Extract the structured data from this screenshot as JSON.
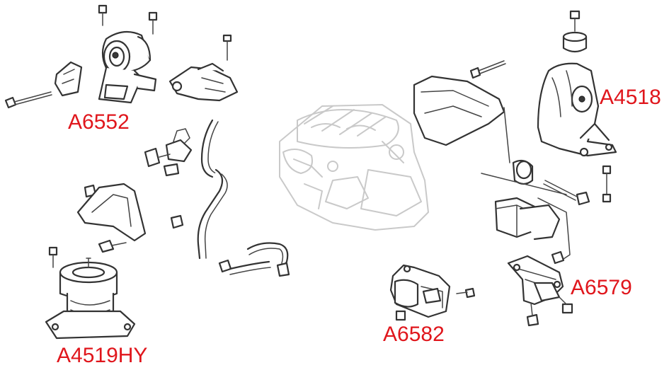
{
  "diagram": {
    "labels": {
      "a6552": "A6552",
      "a4518": "A4518",
      "a6579": "A6579",
      "a6582": "A6582",
      "a4519hy": "A4519HY"
    },
    "colors": {
      "label": "#e0161c",
      "line": "#333333",
      "engine_ghost": "#c9c9c9"
    }
  }
}
